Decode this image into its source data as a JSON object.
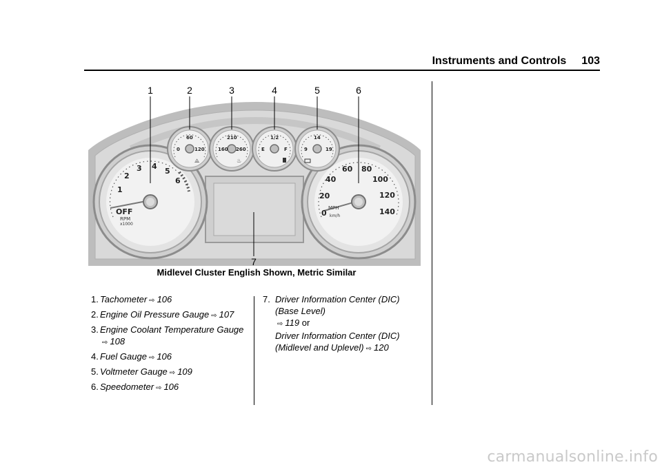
{
  "header": {
    "section_title": "Instruments and Controls",
    "page_number": "103"
  },
  "figure": {
    "callouts": [
      "1",
      "2",
      "3",
      "4",
      "5",
      "6",
      "7"
    ],
    "tachometer": {
      "ticks": [
        "OFF",
        "1",
        "2",
        "3",
        "4",
        "5",
        "6"
      ],
      "unit": "RPM",
      "multiplier": "x1000"
    },
    "oil_gauge": {
      "ticks": [
        "0",
        "60",
        "120"
      ]
    },
    "coolant_gauge": {
      "ticks": [
        "160",
        "210",
        "260"
      ]
    },
    "fuel_gauge": {
      "ticks": [
        "E",
        "1/2",
        "F"
      ]
    },
    "volt_gauge": {
      "ticks": [
        "9",
        "14",
        "19"
      ]
    },
    "speedometer": {
      "ticks": [
        "0",
        "20",
        "40",
        "60",
        "80",
        "100",
        "120",
        "140"
      ],
      "unit": "MPH",
      "unit2": "km/h"
    },
    "caption": "Midlevel Cluster English Shown, Metric Similar"
  },
  "list_left": [
    {
      "num": "1.",
      "text": "Tachometer",
      "ref": "106"
    },
    {
      "num": "2.",
      "text": "Engine Oil Pressure Gauge",
      "ref": "107"
    },
    {
      "num": "3.",
      "text": "Engine Coolant Temperature Gauge",
      "ref": "108"
    },
    {
      "num": "4.",
      "text": "Fuel Gauge",
      "ref": "106"
    },
    {
      "num": "5.",
      "text": "Voltmeter Gauge",
      "ref": "109"
    },
    {
      "num": "6.",
      "text": "Speedometer",
      "ref": "106"
    }
  ],
  "list_right": {
    "num": "7.",
    "text_a": "Driver Information Center (DIC) (Base Level)",
    "ref_a": "119",
    "conj": "or",
    "text_b": "Driver Information Center (DIC) (Midlevel and Uplevel)",
    "ref_b": "120"
  },
  "watermark": "carmanualsonline.info"
}
